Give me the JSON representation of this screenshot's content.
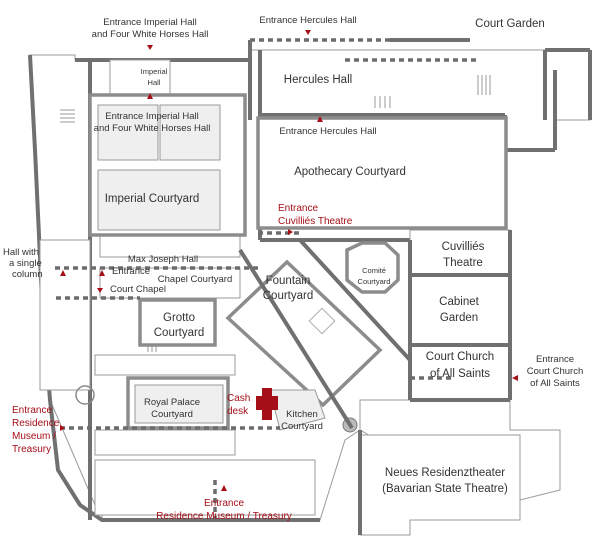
{
  "colors": {
    "accent": "#a50f17",
    "walls": "#707070",
    "text": "#333333"
  },
  "labels": {
    "entrance_imperial_top_1": "Entrance Imperial Hall",
    "entrance_imperial_top_2": "and Four White Horses Hall",
    "entrance_hercules_top": "Entrance Hercules Hall",
    "court_garden": "Court Garden",
    "imperial_hall_1": "Imperial",
    "imperial_hall_2": "Hall",
    "hercules_hall": "Hercules Hall",
    "entrance_imperial_inner_1": "Entrance Imperial Hall",
    "entrance_imperial_inner_2": "and Four White Horses Hall",
    "entrance_hercules_inner": "Entrance Hercules Hall",
    "apothecary_courtyard": "Apothecary Courtyard",
    "imperial_courtyard": "Imperial Courtyard",
    "entrance_cuvillies_1": "Entrance",
    "entrance_cuvillies_2": "Cuvilliés Theatre",
    "cuvillies_theatre_1": "Cuvilliés",
    "cuvillies_theatre_2": "Theatre",
    "hall_single_column_1": "Hall with",
    "hall_single_column_2": "a single",
    "hall_single_column_3": "column",
    "max_joseph_hall": "Max Joseph Hall",
    "entrance_small": "Entrance",
    "chapel_courtyard": "Chapel Courtyard",
    "court_chapel": "Court Chapel",
    "fountain_courtyard_1": "Fountain",
    "fountain_courtyard_2": "Courtyard",
    "comite_courtyard_1": "Comité",
    "comite_courtyard_2": "Courtyard",
    "cabinet_garden_1": "Cabinet",
    "cabinet_garden_2": "Garden",
    "grotto_courtyard_1": "Grotto",
    "grotto_courtyard_2": "Courtyard",
    "court_church_1": "Court Church",
    "court_church_2": "of All Saints",
    "entrance_court_church_1": "Entrance",
    "entrance_court_church_2": "Court Church",
    "entrance_court_church_3": "of All Saints",
    "royal_palace_courtyard_1": "Royal Palace",
    "royal_palace_courtyard_2": "Courtyard",
    "cash_desk_1": "Cash",
    "cash_desk_2": "desk",
    "kitchen_courtyard_1": "Kitchen",
    "kitchen_courtyard_2": "Courtyard",
    "entrance_residence_left_1": "Entrance",
    "entrance_residence_left_2": "Residence",
    "entrance_residence_left_3": "Museum /",
    "entrance_residence_left_4": "Treasury",
    "neues_residenztheater_1": "Neues Residenztheater",
    "neues_residenztheater_2": "(Bavarian State Theatre)",
    "entrance_residence_bottom_1": "Entrance",
    "entrance_residence_bottom_2": "Residence Museum / Treasury"
  }
}
